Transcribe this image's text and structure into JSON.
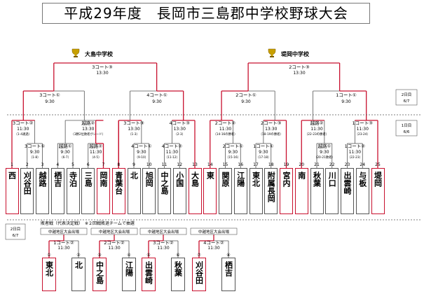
{
  "title": "平成29年度　長岡市三島郡中学校野球大会",
  "winners": {
    "left": "大島中学校",
    "right": "堤岡中学校"
  },
  "day_labels": {
    "d2_top": "2日目",
    "d2_top_date": "6/7",
    "d1": "1日目",
    "d1_date": "6/6",
    "d2_bottom": "2日目",
    "d2_bottom_date": "6/7"
  },
  "main_teams": [
    "西",
    "刈谷田",
    "越路",
    "栖吉",
    "寺泊",
    "三島",
    "岡南",
    "青葉台",
    "北",
    "旭岡",
    "中之島",
    "小国",
    "大島",
    "東",
    "関原",
    "江陽",
    "東北",
    "附属長岡",
    "宮内",
    "南",
    "秋葉",
    "川口",
    "出雲崎",
    "与板",
    "堤岡"
  ],
  "main_numbers": [
    "1",
    "2",
    "3",
    "4",
    "5",
    "6",
    "7",
    "8",
    "9",
    "10",
    "11",
    "12",
    "13",
    "14",
    "15",
    "16",
    "17",
    "18",
    "19",
    "20",
    "21",
    "22",
    "23",
    "24",
    "25"
  ],
  "top_games": [
    {
      "court": "3コート③",
      "time": "13:30"
    },
    {
      "court": "2コート③",
      "time": "13:30"
    }
  ],
  "round2_games": [
    {
      "court": "3コート①",
      "time": "9:30"
    },
    {
      "court": "4コート①",
      "time": "9:30"
    },
    {
      "court": "2コート①",
      "time": "9:30"
    },
    {
      "court": "1コート①",
      "time": "9:30"
    }
  ],
  "round1_games": [
    {
      "court": "3コート②",
      "time": "11:30",
      "note": "（1-4通過）"
    },
    {
      "court": "越路②",
      "time": "13:30",
      "note": "（3勝2位敗者がシード）"
    },
    {
      "court": "3コート③",
      "time": "13:30",
      "note": "（1-3）"
    },
    {
      "court": "4コート③",
      "time": "13:30",
      "note": "（2-3）"
    },
    {
      "court": "2コート②",
      "time": "11:30",
      "note": "（14-16の勝者）"
    },
    {
      "court": "2コート③",
      "time": "13:30",
      "note": "（18-19の勝者）"
    },
    {
      "court": "越路②",
      "time": "11:30",
      "note": "（22-23の勝者）"
    },
    {
      "court": "1コート③",
      "time": "11:30",
      "note": "（23-24）"
    }
  ],
  "prelim_games": [
    {
      "court": "3コート①",
      "time": "9:30",
      "note": "（1-8）"
    },
    {
      "court": "越路①",
      "time": "9:30",
      "note": "（6-7）"
    },
    {
      "court": "越路②",
      "time": "11:30",
      "note": "（4-5）"
    },
    {
      "court": "4コート②",
      "time": "11:30",
      "note": "（11-12）"
    },
    {
      "court": "4コート①",
      "time": "9:30",
      "note": "（9-10）"
    },
    {
      "court": "2コート①",
      "time": "9:30",
      "note": "（15-16）"
    },
    {
      "court": "1コート①",
      "time": "9:30",
      "note": "（17-18）"
    },
    {
      "court": "越路①",
      "time": "9:30",
      "note": "（20-21敗者）"
    },
    {
      "court": "1コート②",
      "time": "11:30",
      "note": "（22-23）"
    },
    {
      "court": "1コート①",
      "time": "9:30",
      "note": "（17-18）"
    }
  ],
  "consolation": {
    "caption": "敗者戦（代表決定戦）　※２回戦敗退チームで抽選",
    "header": "中越地区大会出場",
    "groups": [
      {
        "court": "1コート②",
        "time": "11:30",
        "teams": [
          "東北",
          "北"
        ],
        "numbers": [
          "①",
          "②"
        ]
      },
      {
        "court": "2コート②",
        "time": "11:30",
        "teams": [
          "中之島",
          "江陽"
        ],
        "numbers": [
          "③",
          "④"
        ]
      },
      {
        "court": "3コート②",
        "time": "11:30",
        "teams": [
          "出雲崎",
          "秋葉"
        ],
        "numbers": [
          "⑤",
          "⑥"
        ]
      },
      {
        "court": "4コート②",
        "time": "11:30",
        "teams": [
          "刈谷田",
          "栖吉"
        ],
        "numbers": [
          "⑦",
          "⑧"
        ]
      }
    ]
  },
  "colors": {
    "win": "#c8102e",
    "line": "#555555"
  }
}
